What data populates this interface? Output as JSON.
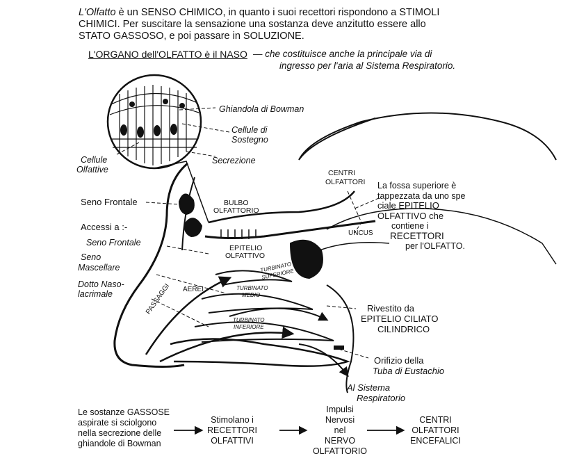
{
  "intro": {
    "line1a": "L'Olfatto",
    "line1b": " è un SENSO CHIMICO, in quanto i suoi recettori rispondono a STIMOLI",
    "line2": "CHIMICI.  Per suscitare la sensazione una sostanza deve anzitutto essere allo",
    "line3": "STATO GASSOSO, e poi passare in SOLUZIONE.",
    "organ": "L'ORGANO dell'OLFATTO è il NASO",
    "organ_note_1": "— che costituisce anche la principale via di",
    "organ_note_2": "ingresso per l'aria al Sistema Respiratorio."
  },
  "labels": {
    "bowman": "Ghiandola di Bowman",
    "sostegno_1": "Cellule di",
    "sostegno_2": "Sostegno",
    "olfattive_1": "Cellule",
    "olfattive_2": "Olfattive",
    "secrezione": "Secrezione",
    "seno_frontale": "Seno Frontale",
    "accessi": "Accessi a :-",
    "seno_frontale_2": "Seno Frontale",
    "seno_mascellare_1": "Seno",
    "seno_mascellare_2": "Mascellare",
    "dotto_1": "Dotto Naso-",
    "dotto_2": "lacrimale",
    "bulbo_1": "BULBO",
    "bulbo_2": "OLFATTORIO",
    "epitelio_1": "EPITELIO",
    "epitelio_2": "OLFATTIVO",
    "centri_1": "CENTRI",
    "centri_2": "OLFATTORI",
    "uncus": "UNCUS",
    "turb_sup_1": "TURBINATO",
    "turb_sup_2": "SUPERIORE",
    "turb_medio_1": "TURBINATO",
    "turb_medio_2": "MEDIO",
    "turb_inf_1": "TURBINATO",
    "turb_inf_2": "INFERIORE",
    "passaggi": "PASSAGGI",
    "aerei": "AEREI",
    "fossa_1": "La fossa superiore è",
    "fossa_2": "tappezzata da uno spe",
    "fossa_3": "ciale EPITELIO",
    "fossa_4": "OLFATTIVO che",
    "fossa_5": "contiene i",
    "fossa_6": "RECETTORI",
    "fossa_7": "per l'OLFATTO.",
    "rivestito_1": "Rivestito da",
    "rivestito_2": "EPITELIO CILIATO",
    "rivestito_3": "CILINDRICO",
    "orifizio_1": "Orifizio della",
    "orifizio_2": "Tuba di Eustachio",
    "sistema_1": "Al Sistema",
    "sistema_2": "Respiratorio"
  },
  "flow": {
    "step1_1": "Le sostanze GASSOSE",
    "step1_2": "aspirate si sciolgono",
    "step1_3": "nella secrezione delle",
    "step1_4": "ghiandole di Bowman",
    "step2_1": "Stimolano i",
    "step2_2": "RECETTORI",
    "step2_3": "OLFATTIVI",
    "step3_1": "Impulsi",
    "step3_2": "Nervosi",
    "step3_3": "nel",
    "step3_4": "NERVO",
    "step3_5": "OLFATTORIO",
    "step4_1": "CENTRI",
    "step4_2": "OLFATTORI",
    "step4_3": "ENCEFALICI"
  }
}
